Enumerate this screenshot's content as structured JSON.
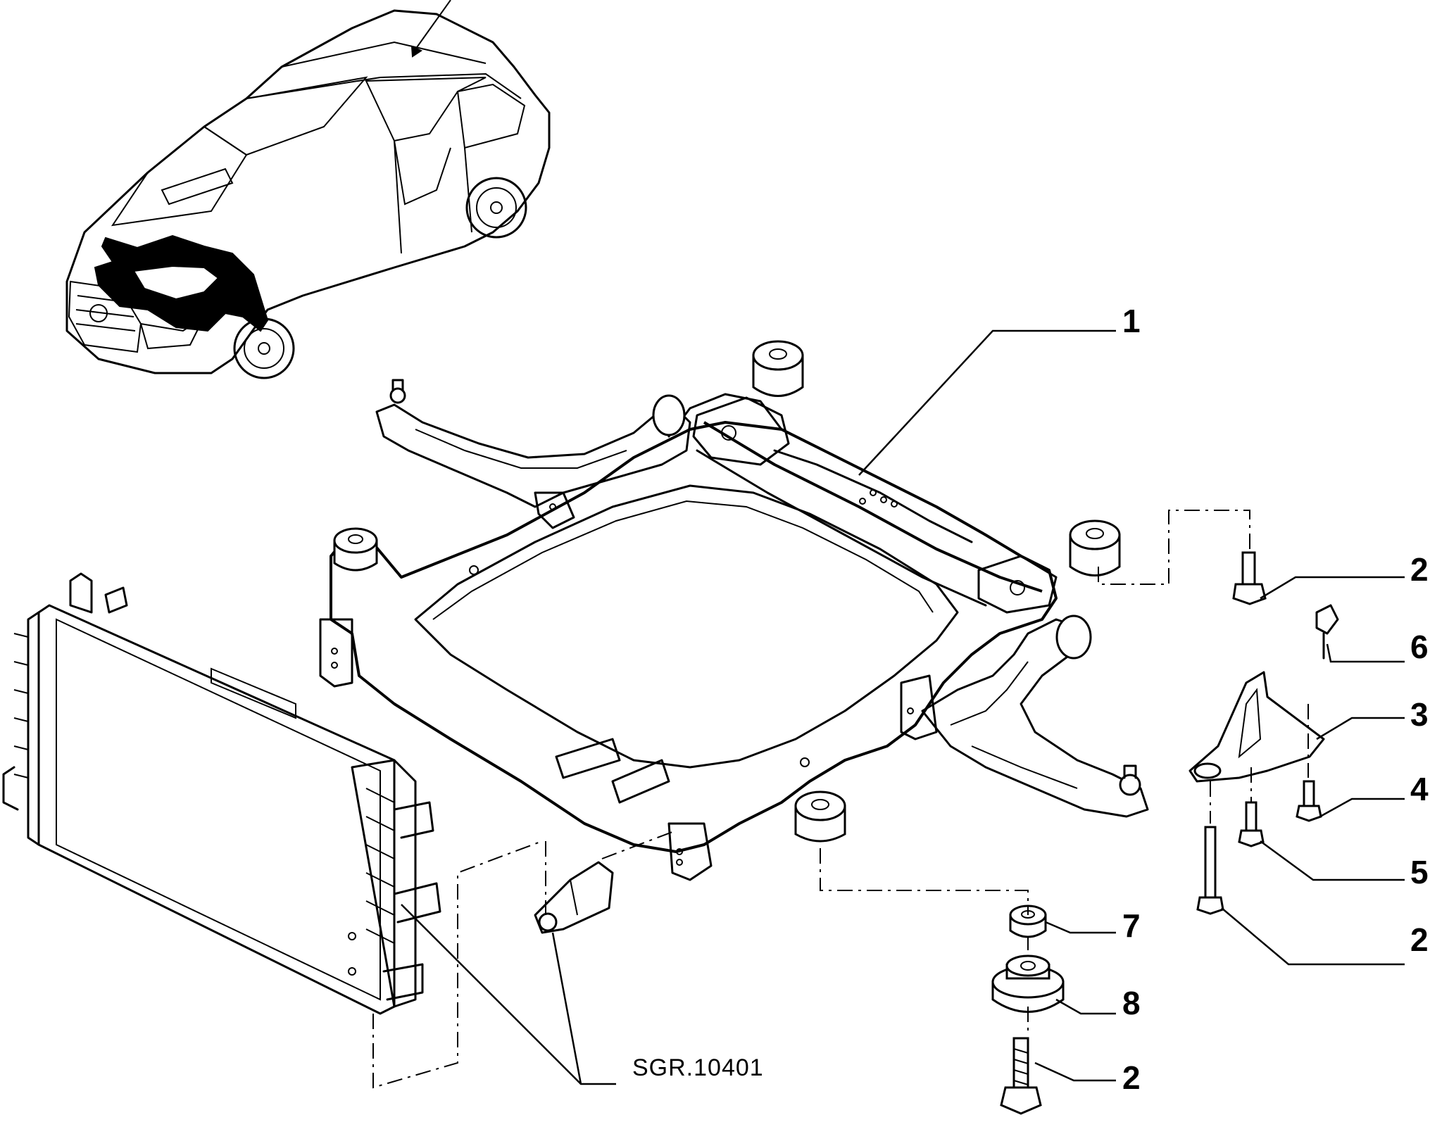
{
  "callouts": {
    "c1": "1",
    "c2a": "2",
    "c6": "6",
    "c3": "3",
    "c4": "4",
    "c5": "5",
    "c2b": "2",
    "c7": "7",
    "c8": "8",
    "c2c": "2"
  },
  "reference": "SGR.10401"
}
